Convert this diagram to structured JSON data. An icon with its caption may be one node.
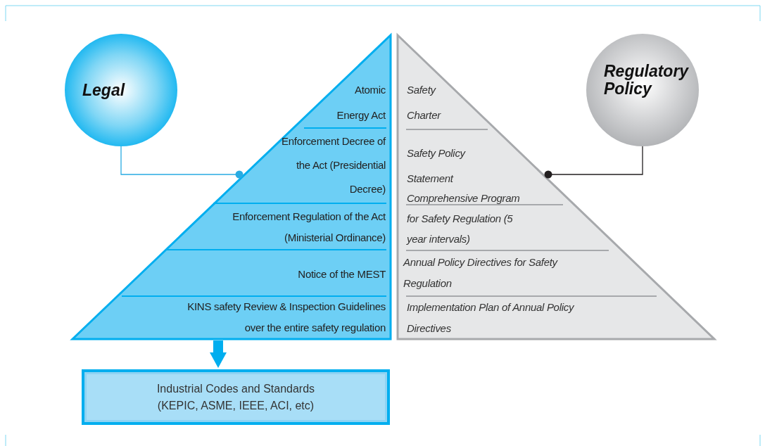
{
  "diagram": {
    "nodes": [
      {
        "text": [
          "Legal"
        ]
      },
      {
        "text": [],
        "shape": "triangle"
      },
      {
        "text": [
          "Atomic Energy Act"
        ],
        "in": 1
      },
      {
        "text": [
          "Enforcement Decree of the Act (Presidential Decree)"
        ],
        "in": 1
      },
      {
        "text": [
          "Enforcement Regulation of the Act (Ministerial Ordinance)"
        ],
        "in": 1
      },
      {
        "text": [
          "Notice of the MEST"
        ],
        "in": 1
      },
      {
        "text": [
          "KINS safety Review & Inspection Guidelines over the entire safety regulation"
        ],
        "in": 1
      },
      {
        "text": [],
        "shape": "triangle"
      },
      {
        "text": [
          "Safety Charter"
        ],
        "in": 7
      },
      {
        "text": [
          "Safety Policy Statement"
        ],
        "in": 7
      },
      {
        "text": [
          "Comprehensive Program for Safety Regulation (5 year intervals)"
        ],
        "in": 7
      },
      {
        "text": [
          "Annual Policy Directives for Safety Regulation"
        ],
        "in": 7
      },
      {
        "text": [
          "Implementation Plan of Annual Policy Directives"
        ],
        "in": 7
      },
      {
        "text": [
          "Regulatory Policy"
        ]
      },
      {
        "text": [
          "Industrial Codes and Standards (KEPIC, ASME, IEEE, ACI, etc)"
        ]
      }
    ],
    "edges": [
      {
        "from": 0,
        "to": 1,
        "arrow": "other",
        "color": "#29abe2"
      },
      {
        "from": 13,
        "to": 7,
        "arrow": "other",
        "color": "#231f20"
      },
      {
        "from": 1,
        "to": 14,
        "arrow": "to",
        "style": "thick",
        "color": "#00aeef"
      }
    ]
  }
}
